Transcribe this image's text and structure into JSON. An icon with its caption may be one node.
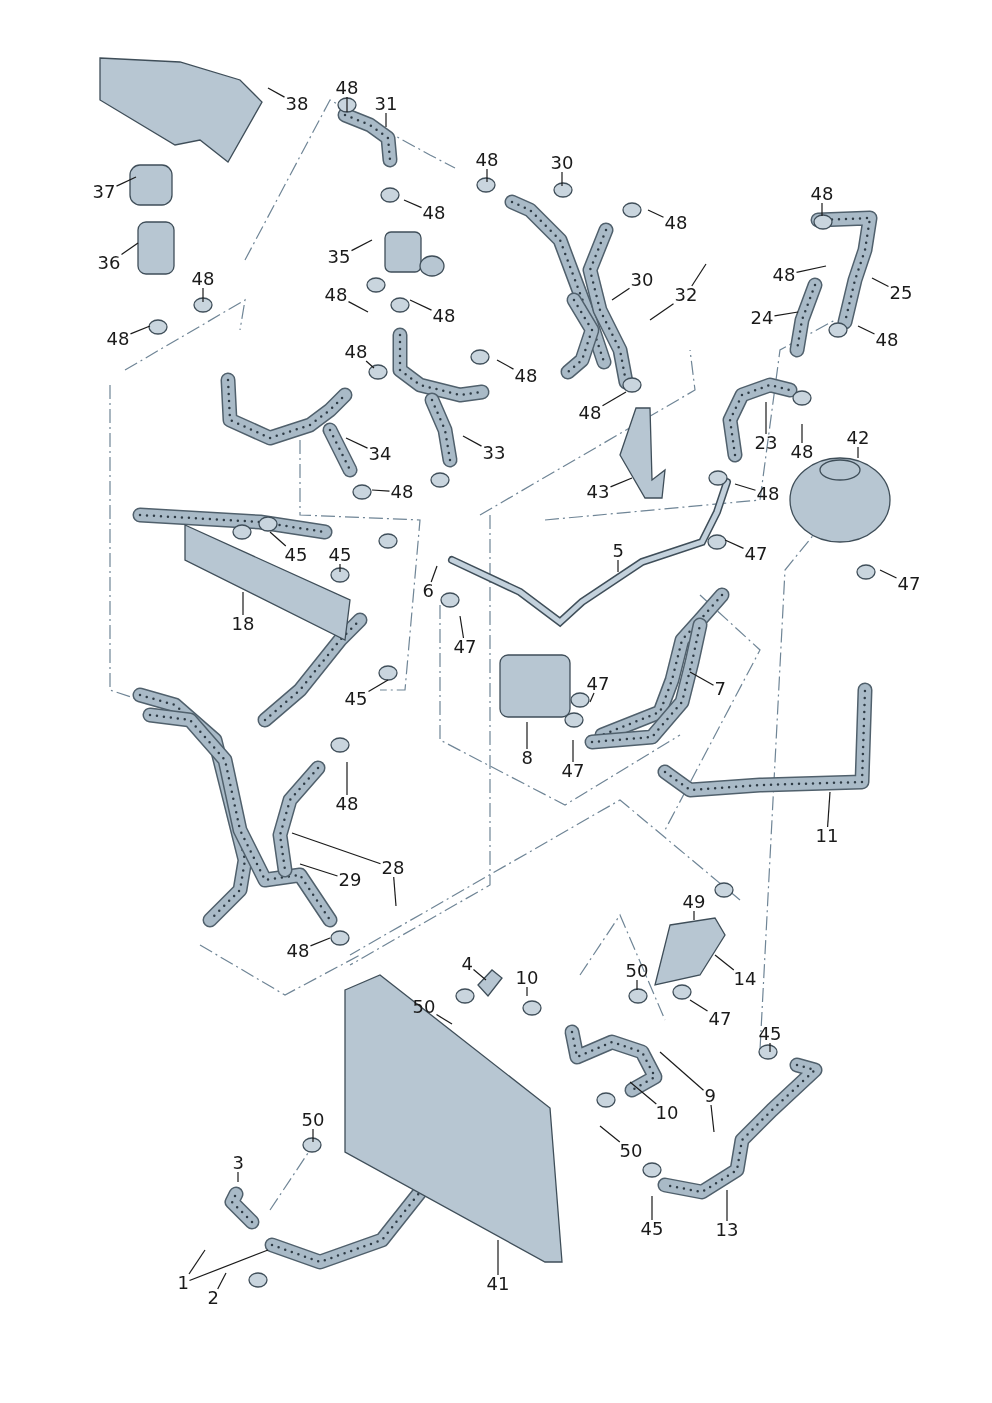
{
  "diagram": {
    "nodes": [
      {
        "text": [
          "38"
        ]
      },
      {
        "text": [
          "48"
        ]
      },
      {
        "text": [
          "31"
        ]
      },
      {
        "text": [
          "48"
        ]
      },
      {
        "text": [
          "30"
        ]
      },
      {
        "text": [
          "37"
        ]
      },
      {
        "text": [
          "48"
        ]
      },
      {
        "text": [
          "48"
        ]
      },
      {
        "text": [
          "48"
        ]
      },
      {
        "text": [
          "36"
        ]
      },
      {
        "text": [
          "35"
        ]
      },
      {
        "text": [
          "30"
        ]
      },
      {
        "text": [
          "32"
        ]
      },
      {
        "text": [
          "48"
        ]
      },
      {
        "text": [
          "48"
        ]
      },
      {
        "text": [
          "25"
        ]
      },
      {
        "text": [
          "48"
        ]
      },
      {
        "text": [
          "24"
        ]
      },
      {
        "text": [
          "48"
        ]
      },
      {
        "text": [
          "48"
        ]
      },
      {
        "text": [
          "48"
        ]
      },
      {
        "text": [
          "48"
        ]
      },
      {
        "text": [
          "48"
        ]
      },
      {
        "text": [
          "48"
        ]
      },
      {
        "text": [
          "23"
        ]
      },
      {
        "text": [
          "42"
        ]
      },
      {
        "text": [
          "34"
        ]
      },
      {
        "text": [
          "33"
        ]
      },
      {
        "text": [
          "48"
        ]
      },
      {
        "text": [
          "48"
        ]
      },
      {
        "text": [
          "43"
        ]
      },
      {
        "text": [
          "48"
        ]
      },
      {
        "text": [
          "45"
        ]
      },
      {
        "text": [
          "45"
        ]
      },
      {
        "text": [
          "5"
        ]
      },
      {
        "text": [
          "47"
        ]
      },
      {
        "text": [
          "47"
        ]
      },
      {
        "text": [
          "6"
        ]
      },
      {
        "text": [
          "18"
        ]
      },
      {
        "text": [
          "47"
        ]
      },
      {
        "text": [
          "47"
        ]
      },
      {
        "text": [
          "7"
        ]
      },
      {
        "text": [
          "45"
        ]
      },
      {
        "text": [
          "8"
        ]
      },
      {
        "text": [
          "47"
        ]
      },
      {
        "text": [
          "48"
        ]
      },
      {
        "text": [
          "11"
        ]
      },
      {
        "text": [
          "29"
        ]
      },
      {
        "text": [
          "28"
        ]
      },
      {
        "text": [
          "49"
        ]
      },
      {
        "text": [
          "48"
        ]
      },
      {
        "text": [
          "4"
        ]
      },
      {
        "text": [
          "10"
        ]
      },
      {
        "text": [
          "50"
        ]
      },
      {
        "text": [
          "14"
        ]
      },
      {
        "text": [
          "50"
        ]
      },
      {
        "text": [
          "47"
        ]
      },
      {
        "text": [
          "45"
        ]
      },
      {
        "text": [
          "9"
        ]
      },
      {
        "text": [
          "10"
        ]
      },
      {
        "text": [
          "50"
        ]
      },
      {
        "text": [
          "50"
        ]
      },
      {
        "text": [
          "3"
        ]
      },
      {
        "text": [
          "45"
        ]
      },
      {
        "text": [
          "13"
        ]
      },
      {
        "text": [
          "41"
        ]
      },
      {
        "text": [
          "1"
        ]
      },
      {
        "text": [
          "2"
        ]
      }
    ],
    "edges": [
      {
        "from": 0,
        "to": null,
        "arrow": "none"
      },
      {
        "from": 1,
        "to": null,
        "arrow": "none"
      },
      {
        "from": 2,
        "to": null,
        "arrow": "none"
      },
      {
        "from": 3,
        "to": null,
        "arrow": "none"
      },
      {
        "from": 4,
        "to": null,
        "arrow": "none"
      },
      {
        "from": 5,
        "to": null,
        "arrow": "none"
      },
      {
        "from": 6,
        "to": null,
        "arrow": "none"
      },
      {
        "from": 7,
        "to": null,
        "arrow": "none"
      },
      {
        "from": 8,
        "to": null,
        "arrow": "none"
      },
      {
        "from": 9,
        "to": null,
        "arrow": "none"
      },
      {
        "from": 10,
        "to": null,
        "arrow": "none"
      },
      {
        "from": 11,
        "to": null,
        "arrow": "none"
      },
      {
        "from": 12,
        "to": null,
        "arrow": "none"
      },
      {
        "from": 12,
        "to": null,
        "arrow": "none"
      },
      {
        "from": 13,
        "to": null,
        "arrow": "none"
      },
      {
        "from": 14,
        "to": null,
        "arrow": "none"
      },
      {
        "from": 15,
        "to": null,
        "arrow": "none"
      },
      {
        "from": 16,
        "to": null,
        "arrow": "none"
      },
      {
        "from": 17,
        "to": null,
        "arrow": "none"
      },
      {
        "from": 18,
        "to": null,
        "arrow": "none"
      },
      {
        "from": 19,
        "to": null,
        "arrow": "none"
      },
      {
        "from": 20,
        "to": null,
        "arrow": "none"
      },
      {
        "from": 21,
        "to": null,
        "arrow": "none"
      },
      {
        "from": 22,
        "to": null,
        "arrow": "none"
      },
      {
        "from": 23,
        "to": null,
        "arrow": "none"
      },
      {
        "from": 24,
        "to": null,
        "arrow": "none"
      },
      {
        "from": 25,
        "to": null,
        "arrow": "none"
      },
      {
        "from": 26,
        "to": null,
        "arrow": "none"
      },
      {
        "from": 27,
        "to": null,
        "arrow": "none"
      },
      {
        "from": 28,
        "to": null,
        "arrow": "none"
      },
      {
        "from": 29,
        "to": null,
        "arrow": "none"
      },
      {
        "from": 30,
        "to": null,
        "arrow": "none"
      },
      {
        "from": 31,
        "to": null,
        "arrow": "none"
      },
      {
        "from": 32,
        "to": null,
        "arrow": "none"
      },
      {
        "from": 33,
        "to": null,
        "arrow": "none"
      },
      {
        "from": 34,
        "to": null,
        "arrow": "none"
      },
      {
        "from": 35,
        "to": null,
        "arrow": "none"
      },
      {
        "from": 36,
        "to": null,
        "arrow": "none"
      },
      {
        "from": 37,
        "to": null,
        "arrow": "none"
      },
      {
        "from": 38,
        "to": null,
        "arrow": "none"
      },
      {
        "from": 39,
        "to": null,
        "arrow": "none"
      },
      {
        "from": 40,
        "to": null,
        "arrow": "none"
      },
      {
        "from": 41,
        "to": null,
        "arrow": "none"
      },
      {
        "from": 42,
        "to": null,
        "arrow": "none"
      },
      {
        "from": 43,
        "to": null,
        "arrow": "none"
      },
      {
        "from": 44,
        "to": null,
        "arrow": "none"
      },
      {
        "from": 45,
        "to": null,
        "arrow": "none"
      },
      {
        "from": 46,
        "to": null,
        "arrow": "none"
      },
      {
        "from": 47,
        "to": null,
        "arrow": "none"
      },
      {
        "from": 48,
        "to": null,
        "arrow": "none"
      },
      {
        "from": 48,
        "to": null,
        "arrow": "none"
      },
      {
        "from": 49,
        "to": null,
        "arrow": "none"
      },
      {
        "from": 50,
        "to": null,
        "arrow": "none"
      },
      {
        "from": 51,
        "to": null,
        "arrow": "none"
      },
      {
        "from": 52,
        "to": null,
        "arrow": "none"
      },
      {
        "from": 53,
        "to": null,
        "arrow": "none"
      },
      {
        "from": 54,
        "to": null,
        "arrow": "none"
      },
      {
        "from": 55,
        "to": null,
        "arrow": "none"
      },
      {
        "from": 56,
        "to": null,
        "arrow": "none"
      },
      {
        "from": 57,
        "to": null,
        "arrow": "none"
      },
      {
        "from": 58,
        "to": null,
        "arrow": "none"
      },
      {
        "from": 58,
        "to": null,
        "arrow": "none"
      },
      {
        "from": 59,
        "to": null,
        "arrow": "none"
      },
      {
        "from": 60,
        "to": null,
        "arrow": "none"
      },
      {
        "from": 61,
        "to": null,
        "arrow": "none"
      },
      {
        "from": 62,
        "to": null,
        "arrow": "none"
      },
      {
        "from": 63,
        "to": null,
        "arrow": "none"
      },
      {
        "from": 64,
        "to": null,
        "arrow": "none"
      },
      {
        "from": 65,
        "to": null,
        "arrow": "none"
      },
      {
        "from": 66,
        "to": null,
        "arrow": "none"
      },
      {
        "from": 66,
        "to": null,
        "arrow": "none"
      },
      {
        "from": 67,
        "to": null,
        "arrow": "none"
      }
    ]
  }
}
